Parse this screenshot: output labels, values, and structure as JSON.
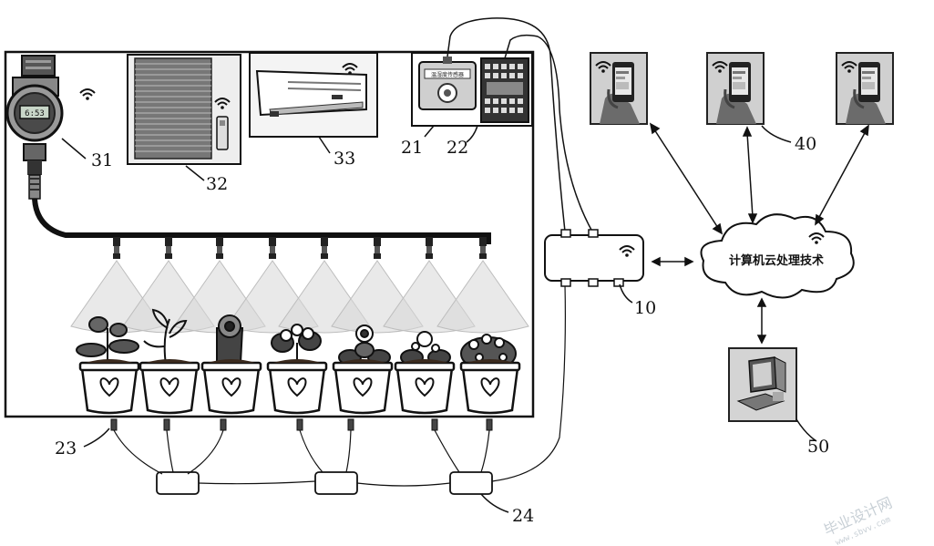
{
  "labels": {
    "controller": "10",
    "device_21": "21",
    "device_22": "22",
    "soil_sensor": "23",
    "sensor_hub": "24",
    "water_valve": "31",
    "blind": "32",
    "air_conditioner": "33",
    "mobile_terminals": "40",
    "computer": "50"
  },
  "cloud": {
    "text": "计算机云处理技术"
  },
  "device_21_panel_text": "温湿度传感器",
  "timer_display": "6:53",
  "watermark": {
    "main": "毕业设计网",
    "url": "www.sbvv.com"
  },
  "icons": [
    "wifi-icon",
    "smartphone-icon",
    "computer-icon",
    "flower-pot-icon",
    "sprinkler-nozzle-icon",
    "cloud-icon"
  ],
  "colors": {
    "line": "#1a1a1a",
    "spray": "#d7d7d7",
    "device_gray": "#bdbdbd"
  }
}
